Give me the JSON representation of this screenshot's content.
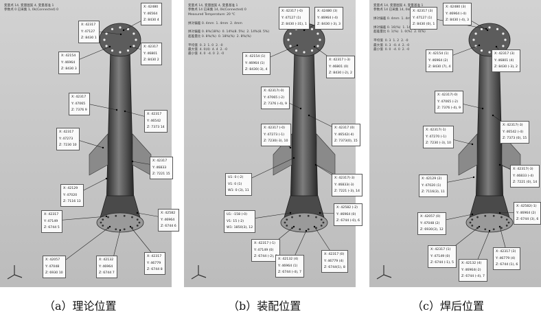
{
  "panels": [
    {
      "id": "a",
      "caption": "（a）理论位置",
      "header": [
        "变量点 14, 变量图案 4, 变量基准 1",
        "参数点 0 已采集 1, 0k(Connected) 0"
      ],
      "labels": [
        {
          "x": "X: 42317",
          "y": "Y: 47127",
          "z": "Z: 8430  1"
        },
        {
          "x": "X: 42480",
          "y": "Y: 46564",
          "z": "Z: 8430  4"
        },
        {
          "x": "X: 42154",
          "y": "Y: 46964",
          "z": "Z: 8430  3"
        },
        {
          "x": "X: 42317",
          "y": "Y: 46801",
          "z": "Z: 8430  2"
        },
        {
          "x": "X: 42317",
          "y": "Y: 47065",
          "z": "Z: 7376  9"
        },
        {
          "x": "X: 42317",
          "y": "Y: 46542",
          "z": "Z: 7373  14"
        },
        {
          "x": "X: 42317",
          "y": "Y: 47273",
          "z": "Z: 7230  10"
        },
        {
          "x": "X: 42317",
          "y": "Y: 46833",
          "z": "Z: 7221  15"
        },
        {
          "x": "X: 42129",
          "y": "Y: 47020",
          "z": "Z: 7116  13"
        },
        {
          "x": "X: 42317",
          "y": "Y: 47149",
          "z": "Z: 6744  5"
        },
        {
          "x": "X: 42582",
          "y": "Y: 46964",
          "z": "Z: 6744  6"
        },
        {
          "x": "X: 42057",
          "y": "Y: 47048",
          "z": "Z: 6930  10"
        },
        {
          "x": "X: 42132",
          "y": "Y: 46964",
          "z": "Z: 6744  7"
        },
        {
          "x": "X: 42317",
          "y": "Y: 46779",
          "z": "Z: 6744  8"
        }
      ]
    },
    {
      "id": "b",
      "caption": "（b）装配位置",
      "header": [
        "变量点 14, 变量图案 4, 变量基准 1",
        "参数点 14 已采集 14, 0k(Connected) 0",
        "Measured Temperature: 20 ℃",
        "",
        "拼对偏差 0. 4mm  1. 4mm  2. 4mm",
        "",
        "拼对偏差 0. 8%(18%)  0. 14%(8. 5%)  2. 14%(8. 5%)",
        "超差量比 0. 8%(%)  0. 18%(%)  2. 8%(%)",
        "",
        "平均值  0. 3  1. 0  2. -0",
        "最大值  4. 0(4)  4. 4  2. -0",
        "最小值  4. 0  -4. 0  2. -0"
      ],
      "labels": [
        {
          "x": "X: 42317 (-0)",
          "y": "Y: 47127 (1)",
          "z": "Z: 8430 (-31), 1"
        },
        {
          "x": "X: 42480 (3)",
          "y": "Y: 46964 (-4)",
          "z": "Z: 8430 (-3), 3"
        },
        {
          "x": "X: 42154 (1)",
          "y": "Y: 46964 (1)",
          "z": "Z: 8430(-3), 4"
        },
        {
          "x": "X: 42317 (-3)",
          "y": "Y: 46801 (0)",
          "z": "Z: 8430 (-2), 2"
        },
        {
          "x": "X: 42317(-0)",
          "y": "Y: 47065 (-2)",
          "z": "Z: 7376 (-4), 9"
        },
        {
          "x": "X: 42317 (0)",
          "y": "Y: 46542(-4)",
          "z": "Z: 7373(0), 15"
        },
        {
          "x": "X: 42317 (-0)",
          "y": "Y: 47273 (-1)",
          "z": "Z: 7230(-3), 10"
        },
        {
          "x": "X: 42317(-3)",
          "y": "Y: 46833(-3)",
          "z": "Z: 7221 (-3), 14"
        },
        {
          "x": "U1: 0 (-2)",
          "y": "V1: 0 (1)",
          "z": "W1: 0 (3), 11"
        },
        {
          "x": "U1: -158 (-0)",
          "y": "V1: 15 (-2)",
          "z": "W1: 1850(3), 12"
        },
        {
          "x": "X: 42582 (-2)",
          "y": "Y: 46964 (0)",
          "z": "Z: 6744 (-0), 6"
        },
        {
          "x": "X: 42317 (-1)",
          "y": "Y: 47149 (0)",
          "z": "Z: 6744 (-2), 5"
        },
        {
          "x": "X: 42132 (4)",
          "y": "Y: 46964 (1)",
          "z": "Z: 6744 (-4), 7"
        },
        {
          "x": "X: 42317 (0)",
          "y": "Y: 46779 (4)",
          "z": "Z: 6744(1), 8"
        }
      ]
    },
    {
      "id": "c",
      "caption": "（c）焊后位置",
      "header": [
        "变量点 14, 变量图案 4, 变量基准 1",
        "参数点 14 已采集 14, 0k(Connected) 0",
        "",
        "拼对偏差 0. 4mm  1. 4mm  2. 4mm",
        "",
        "拼对偏差 0. 16(%)  1. 14(0%)  2. 14(0%)",
        "超差量比 0. 1(%)  1. 0(%)  2. 0(%)",
        "",
        "平均值  0. 3  1. 2  2. -0",
        "最大值  0. 3  -0. 4  2. -0",
        "最小值  0. 0  -4. 0  2. -0"
      ],
      "labels": [
        {
          "x": "X: 42317 (3)",
          "y": "Y: 47127 (1)",
          "z": "Z: 8430 (0), 1"
        },
        {
          "x": "X: 42480 (3)",
          "y": "Y: 46964 (-4)",
          "z": "Z: 8430 (-4), 3"
        },
        {
          "x": "X: 42154 (1)",
          "y": "Y: 46964 (2)",
          "z": "Z: 8430 (7), 4"
        },
        {
          "x": "X: 42317 (3)",
          "y": "Y: 46801 (4)",
          "z": "Z: 8430 (-3), 2"
        },
        {
          "x": "X: 42317(-0)",
          "y": "Y: 47065 (-2)",
          "z": "Z: 7376 (-4), 9"
        },
        {
          "x": "X: 42317(-3)",
          "y": "Y: 46542 (-4)",
          "z": "Z: 7373 (0), 15"
        },
        {
          "x": "X: 42317(-1)",
          "y": "Y: 47270 (-1)",
          "z": "Z: 7230 (-3), 10"
        },
        {
          "x": "X: 42317(-3)",
          "y": "Y: 46833 (-4)",
          "z": "Z: 7221 (0), 14"
        },
        {
          "x": "X: 42129 (2)",
          "y": "Y: 47020 (1)",
          "z": "Z: 7116(3), 11"
        },
        {
          "x": "X: 42582(-1)",
          "y": "Y: 46964 (2)",
          "z": "Z: 6744 (3), 6"
        },
        {
          "x": "X: 42057 (0)",
          "y": "Y: 47048 (2)",
          "z": "Z: 6930(3), 12"
        },
        {
          "x": "X: 42317 (1)",
          "y": "Y: 47149 (0)",
          "z": "Z: 6744 (-1), 5"
        },
        {
          "x": "X: 42132 (4)",
          "y": "Y: 46964(-2)",
          "z": "Z: 6744 (-4), 7"
        },
        {
          "x": "X: 42317 (3)",
          "y": "Y: 46779 (4)",
          "z": "Z: 6744 (1), 6"
        }
      ]
    }
  ],
  "colors": {
    "background": "#c9c9c9",
    "column_dark": "#3a3a3a",
    "column_mid": "#7d7d7d",
    "flange_top": "#5c5c5c",
    "label_bg": "#fafafa",
    "leader": "#222222"
  }
}
